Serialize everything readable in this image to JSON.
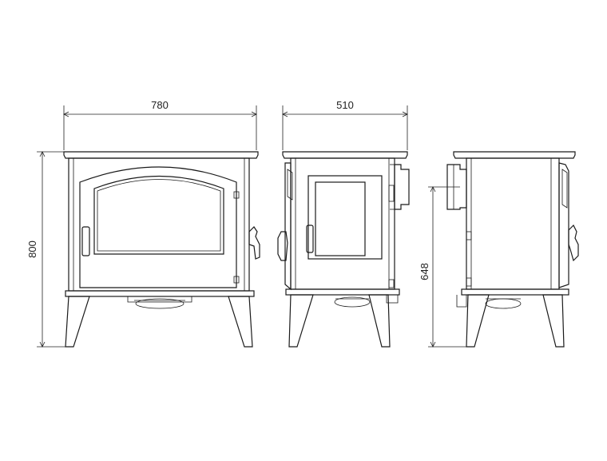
{
  "dimensions": {
    "front_width": "780",
    "front_height": "800",
    "side_depth": "510",
    "flue_height": "648"
  },
  "colors": {
    "line": "#1a1a1a",
    "background": "#ffffff"
  }
}
